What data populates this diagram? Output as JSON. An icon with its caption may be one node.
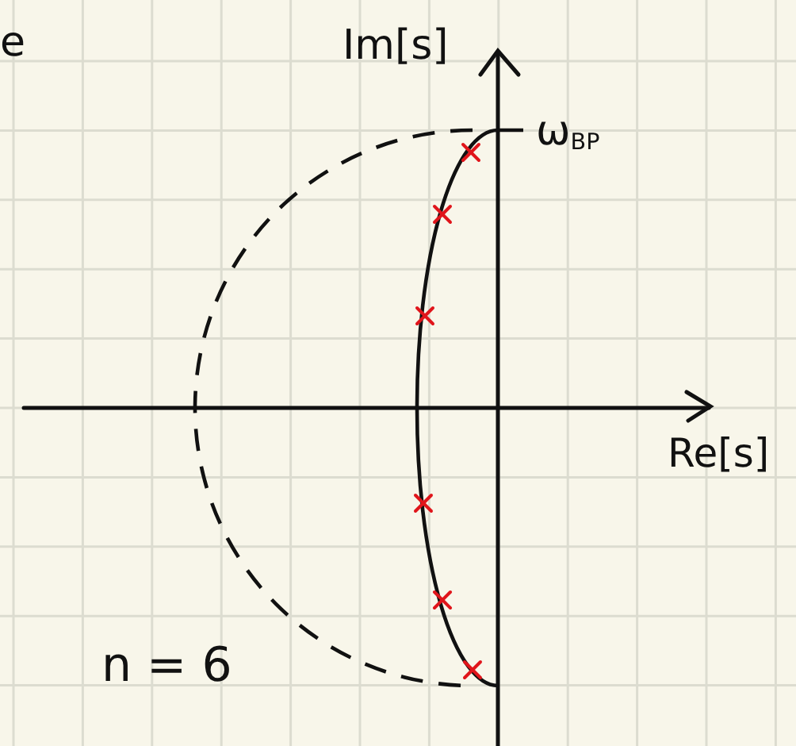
{
  "diagram": {
    "labels": [
      "e",
      "Im[s]",
      "ω$_{BP}$",
      "Re[s]",
      "n = 6"
    ]
  }
}
